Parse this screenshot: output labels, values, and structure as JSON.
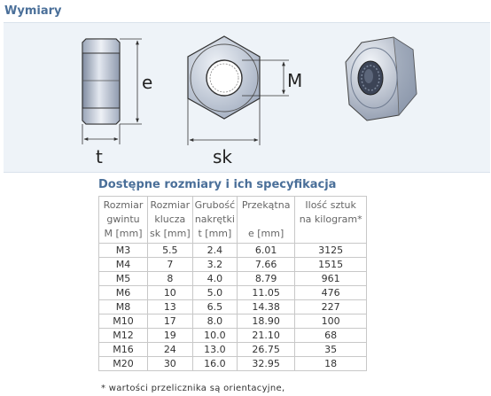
{
  "page": {
    "title": "Wymiary",
    "subtitle": "Dostępne rozmiary i ich specyfikacja",
    "footnote": "* wartości przelicznika są orientacyjne,"
  },
  "figure": {
    "labels": {
      "e": "e",
      "t": "t",
      "sk": "sk",
      "M": "M"
    }
  },
  "table": {
    "headers": [
      [
        "Rozmiar",
        "gwintu",
        "M [mm]"
      ],
      [
        "Rozmiar",
        "klucza",
        "sk [mm]"
      ],
      [
        "Grubość",
        "nakrętki",
        "t [mm]"
      ],
      [
        "Przekątna",
        "",
        "e [mm]"
      ],
      [
        "Ilość sztuk",
        "na kilogram*",
        ""
      ]
    ],
    "rows": [
      [
        "M3",
        "5.5",
        "2.4",
        "6.01",
        "3125"
      ],
      [
        "M4",
        "7",
        "3.2",
        "7.66",
        "1515"
      ],
      [
        "M5",
        "8",
        "4.0",
        "8.79",
        "961"
      ],
      [
        "M6",
        "10",
        "5.0",
        "11.05",
        "476"
      ],
      [
        "M8",
        "13",
        "6.5",
        "14.38",
        "227"
      ],
      [
        "M10",
        "17",
        "8.0",
        "18.90",
        "100"
      ],
      [
        "M12",
        "19",
        "10.0",
        "21.10",
        "68"
      ],
      [
        "M16",
        "24",
        "13.0",
        "26.75",
        "35"
      ],
      [
        "M20",
        "30",
        "16.0",
        "32.95",
        "18"
      ]
    ]
  },
  "colors": {
    "heading": "#4a6f99",
    "figure_background": "#eef3f8",
    "metal_light": "#d6dde8",
    "metal_dark": "#8d99ae"
  }
}
